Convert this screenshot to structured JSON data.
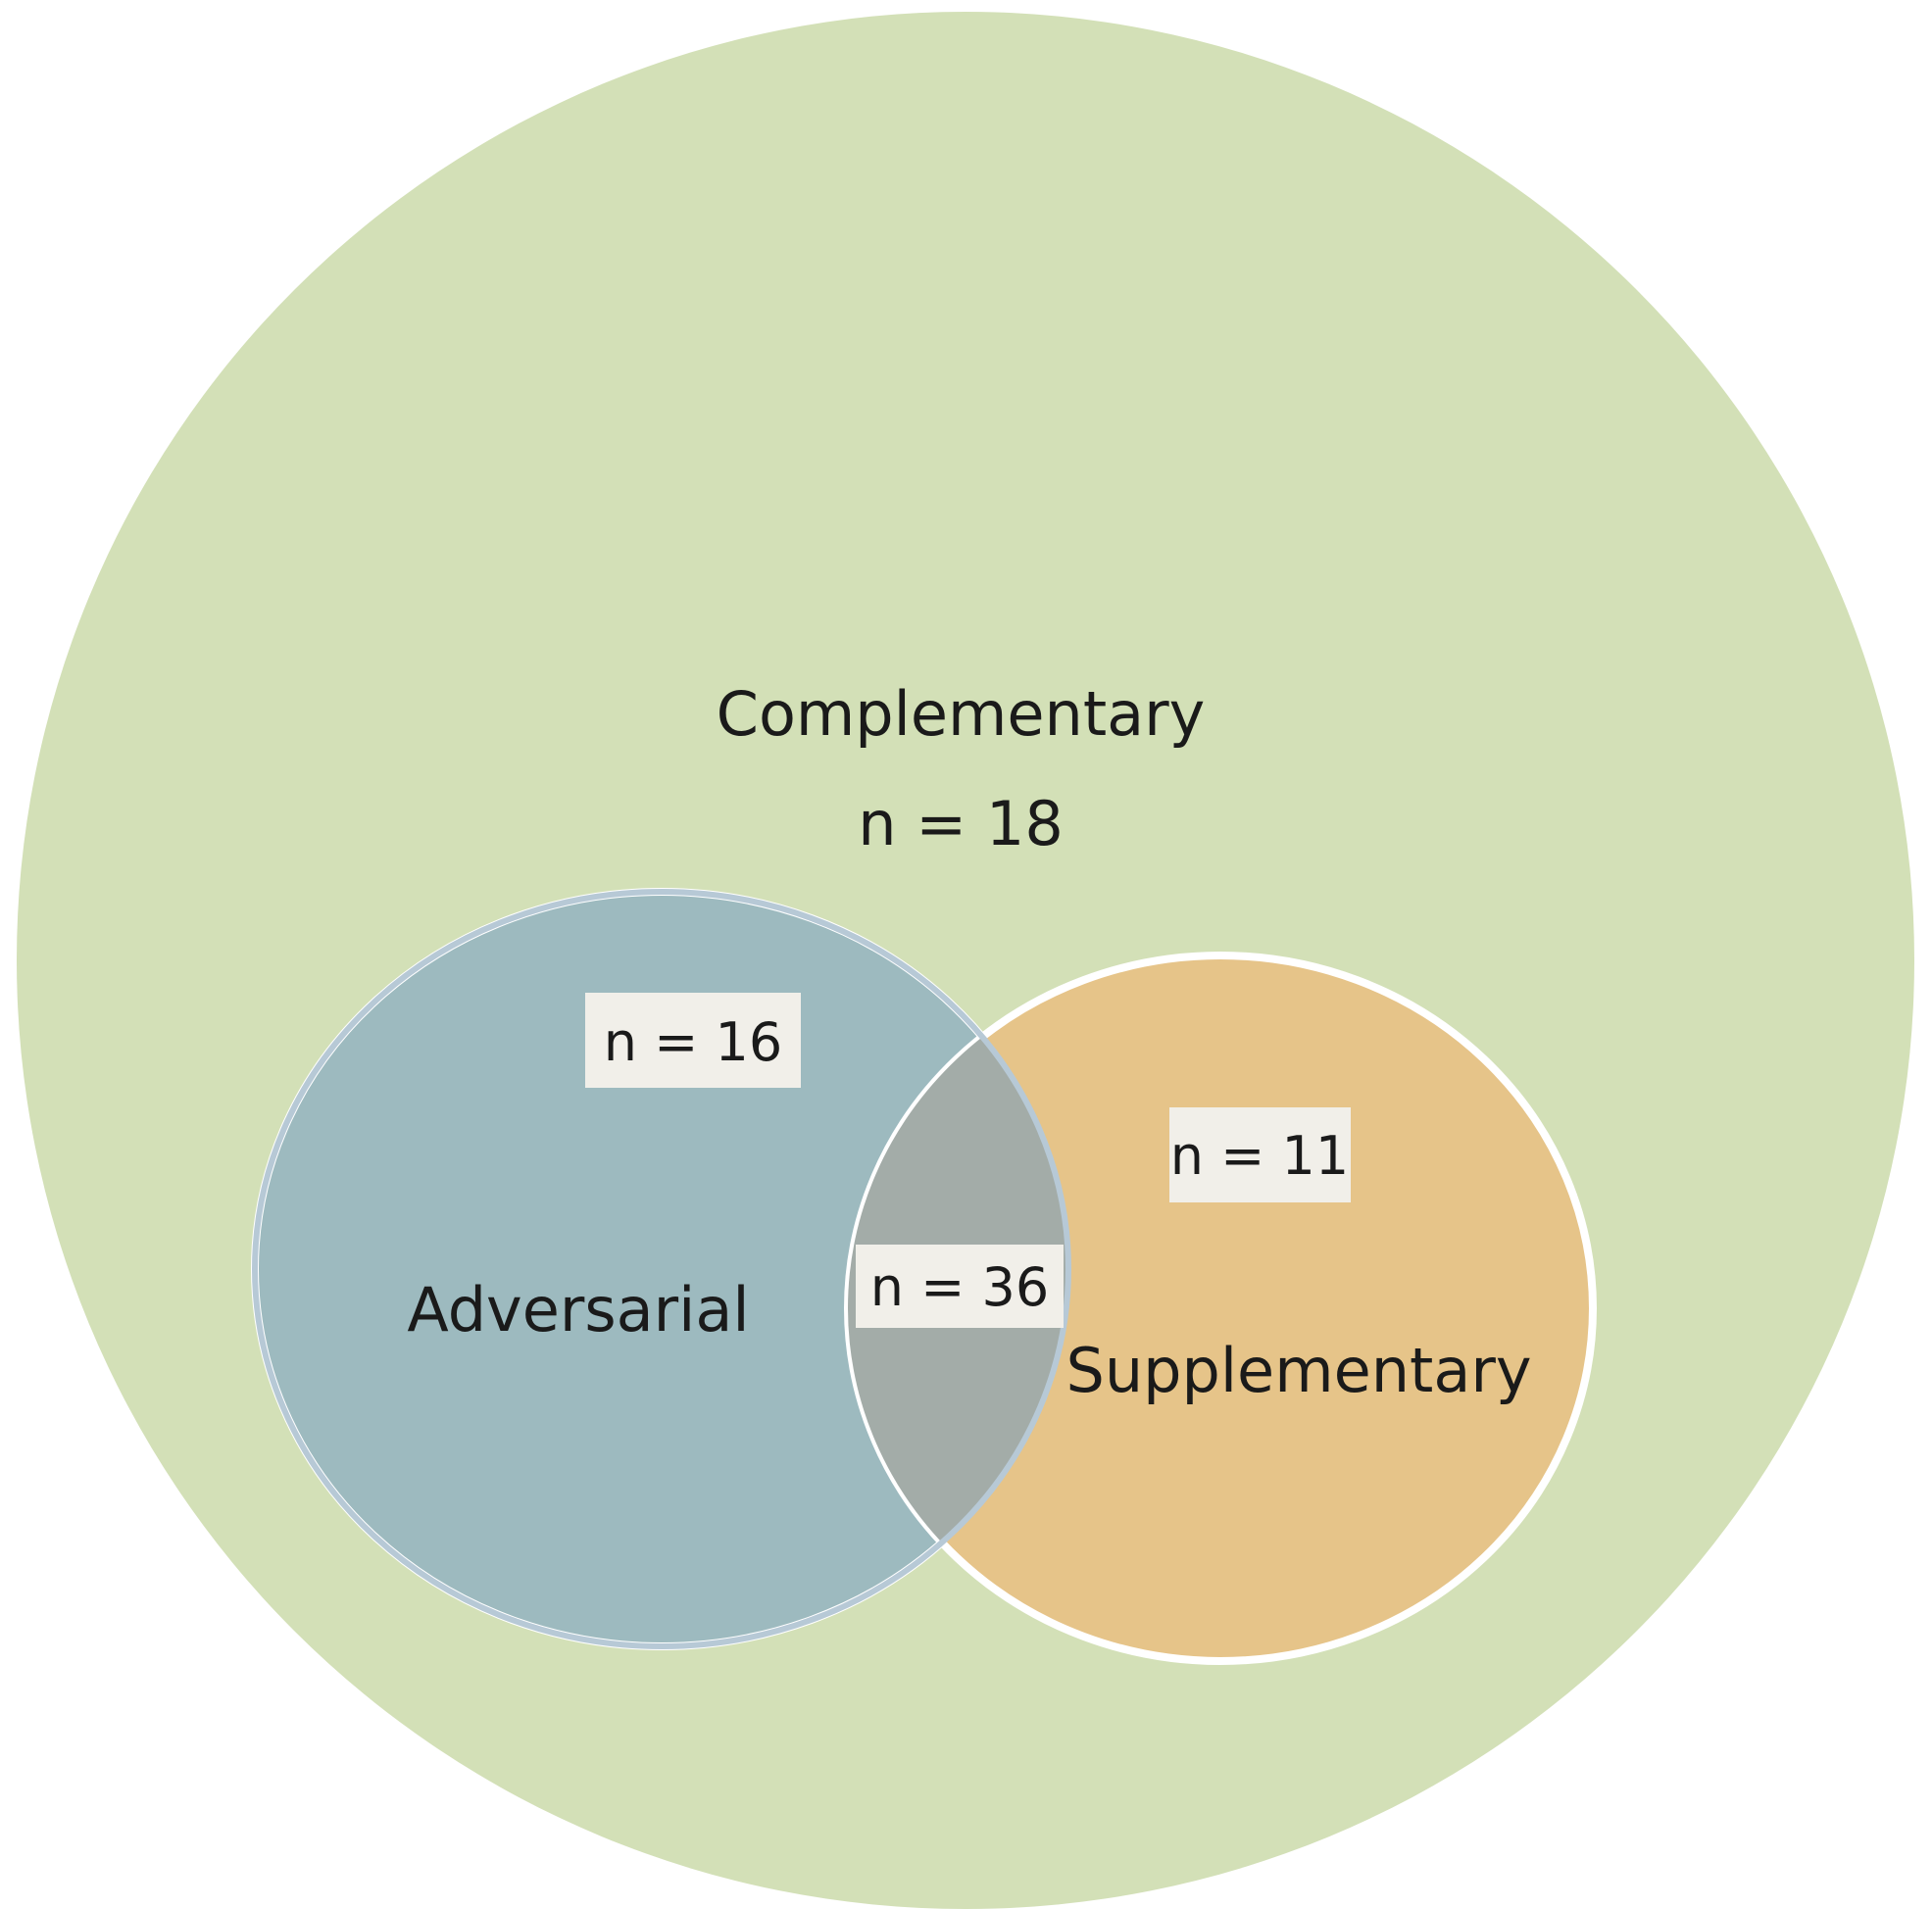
{
  "diagram": {
    "outer": {
      "label": "Complementary",
      "count": "n = 18",
      "color": "#d3e0b7"
    },
    "left": {
      "label": "Adversarial",
      "count": "n = 16",
      "color": "#9dbabf"
    },
    "right": {
      "label": "Supplementary",
      "count": "n = 11",
      "color": "#e6c489"
    },
    "overlap": {
      "count": "n = 36",
      "color": "#a3aca8"
    },
    "badge_color": "#f1efe9",
    "outline_color": "#ffffff"
  }
}
